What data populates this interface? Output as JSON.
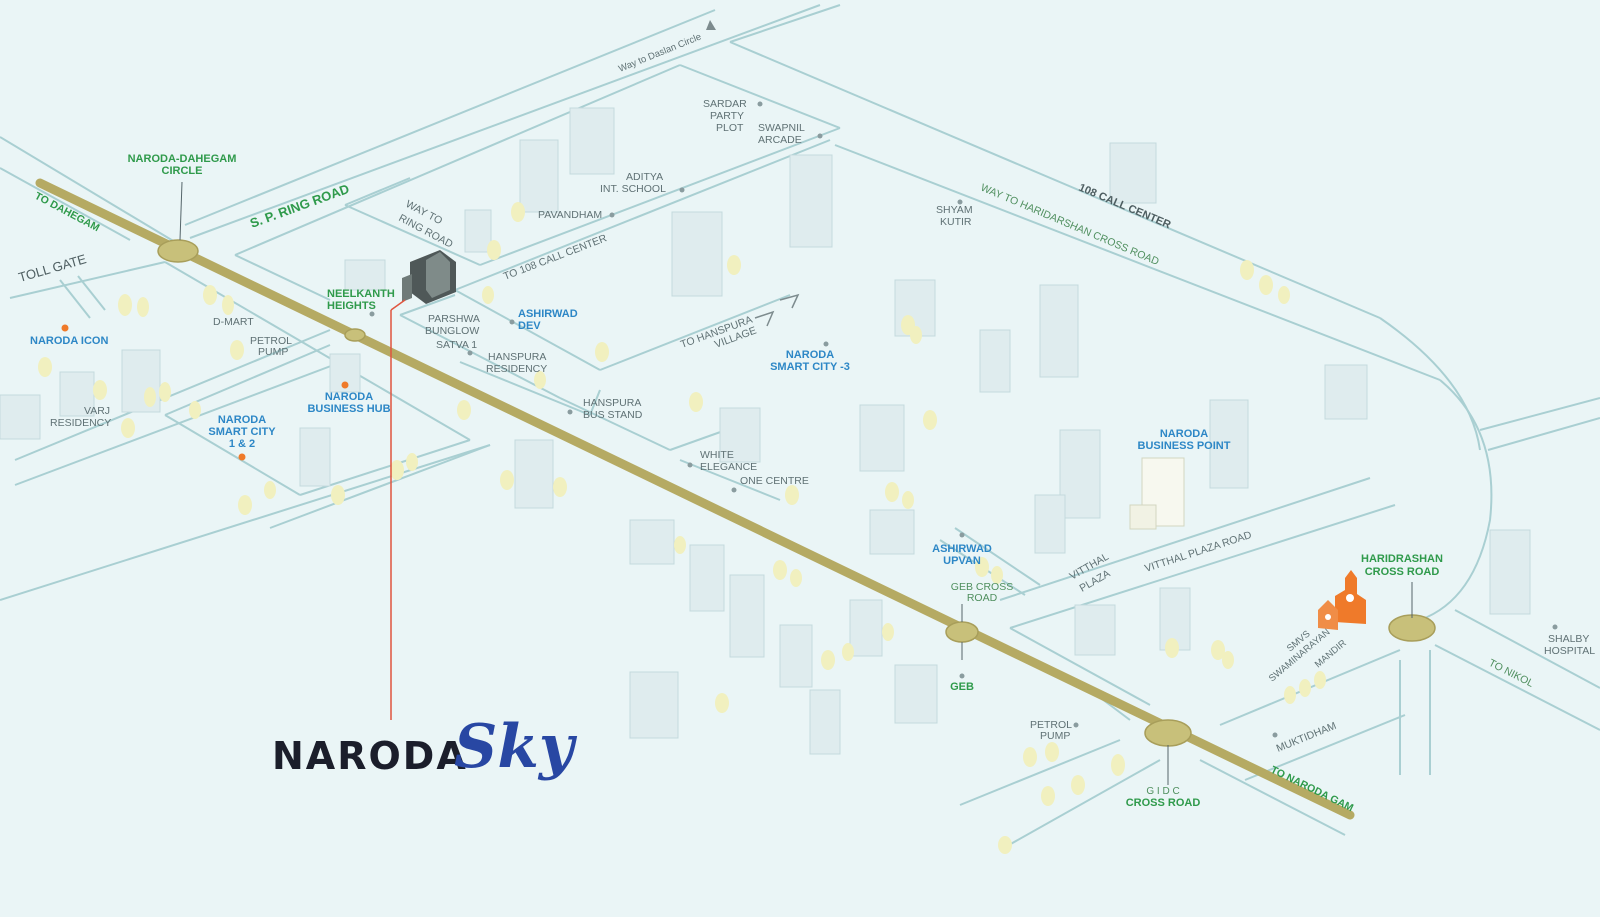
{
  "roads": {
    "sp_ring_road": "S. P. RING ROAD",
    "to_dahegam": "TO DAHEGAM",
    "way_to_daslan": "Way to Daslan Circle",
    "way_to_ring_road_1": "WAY TO",
    "way_to_ring_road_2": "RING ROAD",
    "to_108_call_center": "TO 108 CALL CENTER",
    "call_center_108": "108 CALL CENTER",
    "way_to_haridarshan": "WAY TO HARIDARSHAN CROSS ROAD",
    "to_hanspura_1": "TO HANSPURA",
    "to_hanspura_2": "VILLAGE",
    "vitthal_plaza_road": "VITTHAL PLAZA ROAD",
    "to_nikol": "TO NIKOL",
    "to_naroda_gam": "TO NARODA GAM"
  },
  "junctions": {
    "naroda_dahegam_1": "NARODA-DAHEGAM",
    "naroda_dahegam_2": "CIRCLE",
    "geb_cross_1": "GEB CROSS",
    "geb_cross_2": "ROAD",
    "gidc_1": "G I D C",
    "gidc_2": "CROSS ROAD",
    "haridarshan_1": "HARIDRASHAN",
    "haridarshan_2": "CROSS ROAD"
  },
  "landmarks": {
    "toll_gate": "TOLL GATE",
    "naroda_icon": "NARODA ICON",
    "d_mart": "D-MART",
    "petrol_pump_1a": "PETROL",
    "petrol_pump_1b": "PUMP",
    "varj_1": "VARJ",
    "varj_2": "RESIDENCY",
    "naroda_smart_city_1": "NARODA",
    "naroda_smart_city_2": "SMART CITY",
    "naroda_smart_city_3": "1 & 2",
    "naroda_business_hub_1": "NARODA",
    "naroda_business_hub_2": "BUSINESS HUB",
    "neelkanth_1": "NEELKANTH",
    "neelkanth_2": "HEIGHTS",
    "parshwa_1": "PARSHWA",
    "parshwa_2": "BUNGLOW",
    "satva": "SATVA 1",
    "ashirwad_dev_1": "ASHIRWAD",
    "ashirwad_dev_2": "DEV",
    "hanspura_res_1": "HANSPURA",
    "hanspura_res_2": "RESIDENCY",
    "hanspura_bus_1": "HANSPURA",
    "hanspura_bus_2": "BUS STAND",
    "pavandham": "PAVANDHAM",
    "aditya_1": "ADITYA",
    "aditya_2": "INT. SCHOOL",
    "sardar_1": "SARDAR",
    "sardar_2": "PARTY",
    "sardar_3": "PLOT",
    "swapnil_1": "SWAPNIL",
    "swapnil_2": "ARCADE",
    "shyam_1": "SHYAM",
    "shyam_2": "KUTIR",
    "naroda_smart_city3_1": "NARODA",
    "naroda_smart_city3_2": "SMART CITY -3",
    "white_elegance_1": "WHITE",
    "white_elegance_2": "ELEGANCE",
    "one_centre": "ONE CENTRE",
    "naroda_business_point_1": "NARODA",
    "naroda_business_point_2": "BUSINESS POINT",
    "ashirwad_upvan_1": "ASHIRWAD",
    "ashirwad_upvan_2": "UPVAN",
    "vitthal_plaza_1": "VITTHAL",
    "vitthal_plaza_2": "PLAZA",
    "geb": "GEB",
    "petrol_pump_2a": "PETROL",
    "petrol_pump_2b": "PUMP",
    "smvs_1": "SMVS",
    "smvs_2": "SWAMINARAYAN",
    "smvs_3": "MANDIR",
    "muktidham": "MUKTIDHAM",
    "shalby_1": "SHALBY",
    "shalby_2": "HOSPITAL"
  },
  "brand": {
    "name": "NARODA",
    "sub": "Sky"
  },
  "colors": {
    "background": "#eaf5f6",
    "main_road": "#b5aa63",
    "highlight": "#ef7a2a",
    "brand_dark": "#1b1e2b",
    "brand_blue": "#2847a3"
  }
}
